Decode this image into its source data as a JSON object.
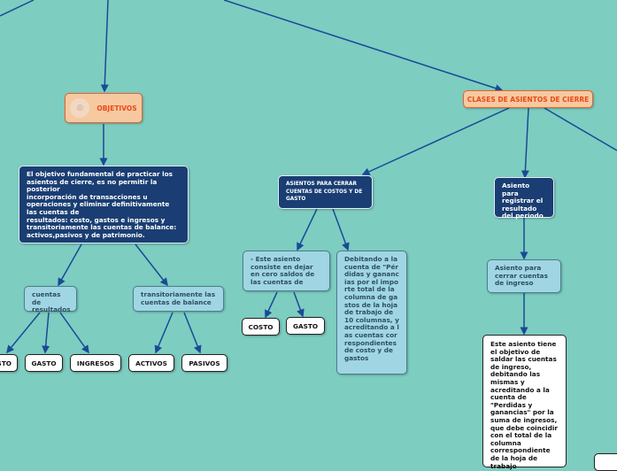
{
  "colors": {
    "background": "#7dcdc1",
    "connector": "#1a4a96",
    "orange_fill": "#f6c9a1",
    "orange_text": "#ea4a16",
    "navy_fill": "#1a3e73",
    "light_fill": "#a0d6e4"
  },
  "nodes": {
    "objetivos": {
      "label": "OBJETIVOS",
      "icon": "target-icon"
    },
    "objetivo_texto": "El objetivo fundamental de practicar los asientos de cierre, es no permitir la posterior\n incorporación de transacciones u operaciones y eliminar definitivamente las cuentas de\nresultados: costo, gastos e ingresos y transitoriamente las cuentas de balance: activos,pasivos y de patrimonio.",
    "cuentas_resultados": "cuentas de resultados",
    "transitoriamente": "transitoriamente las cuentas de balance",
    "leaf_costo_left": "COSTO",
    "leaf_gasto_left": "GASTO",
    "leaf_ingresos": "INGRESOS",
    "leaf_activos": "ACTIVOS",
    "leaf_pasivos": "PASIVOS",
    "clases": {
      "label": "CLASES DE ASIENTOS DE CIERRE"
    },
    "asientos_costos": "ASIENTOS PARA CERRAR CUENTAS DE COSTOS Y DE GASTO",
    "este_asiento": "- Este asiento consiste en dejar en cero saldos de las cuentas de",
    "leaf_costo": "COSTO",
    "leaf_gasto": "GASTO",
    "debitando": "Debitando a la cuenta de \"Pérdidas y ganancias por el importe total de la columna de gastos de la hoja de trabajo de 10 columnas, y acreditando a las cuentas correspondientes de costo y de gastos",
    "asiento_resultado": "Asiento para registrar el resultado del periodo",
    "asiento_ingreso": "Asiento para cerrar cuentas de ingreso",
    "ingreso_texto": "Este asiento tiene el objetivo de saldar las cuentas de ingreso, debitando las mismas y acreditando a la cuenta de \"Perdidas y ganancias\" por la suma de ingresos, que debe coincidir con el total de la columna correspondiente de la hoja de trabajo"
  }
}
